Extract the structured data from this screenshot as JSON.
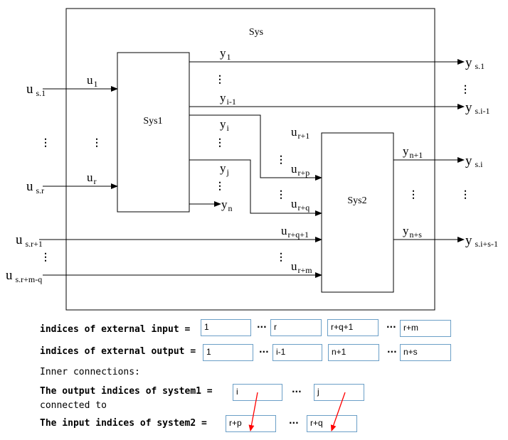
{
  "diagram": {
    "outer_title": "Sys",
    "sys1_label": "Sys1",
    "sys2_label": "Sys2",
    "vdots": "⋮",
    "u_s1": {
      "base": "u",
      "sub": "s.1"
    },
    "u_sr": {
      "base": "u",
      "sub": "s.r"
    },
    "u_sr1": {
      "base": "u",
      "sub": "s.r+1"
    },
    "u_srmq": {
      "base": "u",
      "sub": "s.r+m-q"
    },
    "u1": {
      "base": "u",
      "sub": "1"
    },
    "ur": {
      "base": "u",
      "sub": "r"
    },
    "y1": {
      "base": "y",
      "sub": "1"
    },
    "yi1": {
      "base": "y",
      "sub": "i-1"
    },
    "yi": {
      "base": "y",
      "sub": "i"
    },
    "yj": {
      "base": "y",
      "sub": "j"
    },
    "yn": {
      "base": "y",
      "sub": "n"
    },
    "ur1": {
      "base": "u",
      "sub": "r+1"
    },
    "urp": {
      "base": "u",
      "sub": "r+p"
    },
    "urq": {
      "base": "u",
      "sub": "r+q"
    },
    "urq1": {
      "base": "u",
      "sub": "r+q+1"
    },
    "urm": {
      "base": "u",
      "sub": "r+m"
    },
    "yn1": {
      "base": "y",
      "sub": "n+1"
    },
    "yns": {
      "base": "y",
      "sub": "n+s"
    },
    "ys1": {
      "base": "y",
      "sub": "s.1"
    },
    "ysi1": {
      "base": "y",
      "sub": "s.i-1"
    },
    "ysi": {
      "base": "y",
      "sub": "s.i"
    },
    "ysis1": {
      "base": "y",
      "sub": "s.i+s-1"
    }
  },
  "form": {
    "ellipsis": "···",
    "ext_input_label": "indices of external input =",
    "ext_input": [
      "1",
      "r",
      "r+q+1",
      "r+m"
    ],
    "ext_output_label": "indices of external output =",
    "ext_output": [
      "1",
      "i-1",
      "n+1",
      "n+s"
    ],
    "inner_label": "Inner connections:",
    "sys1_out_label": "The output indices of system1 =",
    "sys1_out": [
      "i",
      "j"
    ],
    "connected_label": "connected to",
    "sys2_in_label": "The input indices of system2 =",
    "sys2_in": [
      "r+p",
      "r+q"
    ]
  },
  "colors": {
    "arrow_annotation": "#ff0000",
    "field_border": "#6b9fc7"
  }
}
